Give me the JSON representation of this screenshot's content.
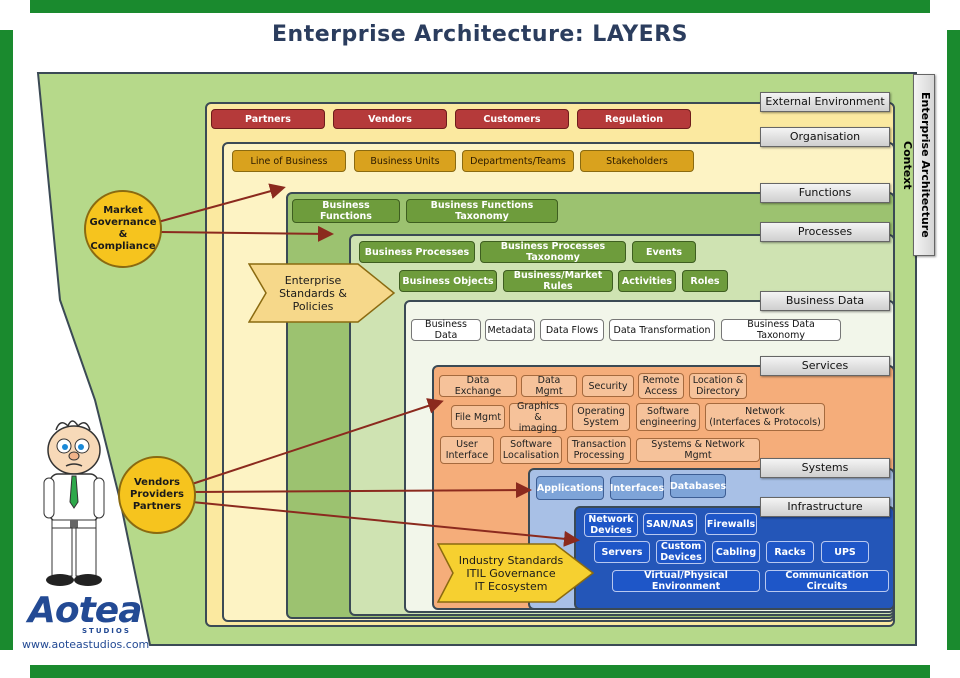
{
  "title": "Enterprise Architecture: LAYERS",
  "context_label": "Enterprise Architecture Context",
  "layers": {
    "external": "External Environment",
    "organisation": "Organisation",
    "functions": "Functions",
    "processes": "Processes",
    "business_data": "Business Data",
    "services": "Services",
    "systems": "Systems",
    "infrastructure": "Infrastructure"
  },
  "external_items": [
    "Partners",
    "Vendors",
    "Customers",
    "Regulation"
  ],
  "organisation_items": [
    "Line of Business",
    "Business Units",
    "Departments/Teams",
    "Stakeholders"
  ],
  "function_items": [
    "Business Functions",
    "Business Functions Taxonomy"
  ],
  "process_items": [
    "Business Processes",
    "Business Processes Taxonomy",
    "Events",
    "Business Objects",
    "Business/Market Rules",
    "Activities",
    "Roles"
  ],
  "data_items": [
    "Business Data",
    "Metadata",
    "Data Flows",
    "Data Transformation",
    "Business Data Taxonomy"
  ],
  "service_items": [
    "Data Exchange",
    "Data Mgmt",
    "Security",
    "Remote\nAccess",
    "Location &\nDirectory",
    "File Mgmt",
    "Graphics &\nimaging",
    "Operating\nSystem",
    "Software\nengineering",
    "Network\n(Interfaces & Protocols)",
    "User\nInterface",
    "Software\nLocalisation",
    "Transaction\nProcessing",
    "Systems & Network Mgmt"
  ],
  "system_items": [
    "Applications",
    "Interfaces",
    "Databases"
  ],
  "infra_items": [
    "Network\nDevices",
    "SAN/NAS",
    "Firewalls",
    "Servers",
    "Custom\nDevices",
    "Cabling",
    "Racks",
    "UPS",
    "Virtual/Physical Environment",
    "Communication Circuits"
  ],
  "influences": {
    "market": "Market\nGovernance &\nCompliance",
    "vendors": "Vendors\nProviders\nPartners",
    "standards": "Enterprise\nStandards &\nPolicies",
    "industry": "Industry Standards\nITIL Governance\nIT Ecosystem"
  },
  "logo": {
    "name": "Aotea",
    "sub": "STUDIOS",
    "url": "www.aoteastudios.com"
  },
  "colors": {
    "frame": "#1a8a2e",
    "title": "#2b3d5e",
    "context": "#b6d98a",
    "external": "#fbe9a0"
  }
}
